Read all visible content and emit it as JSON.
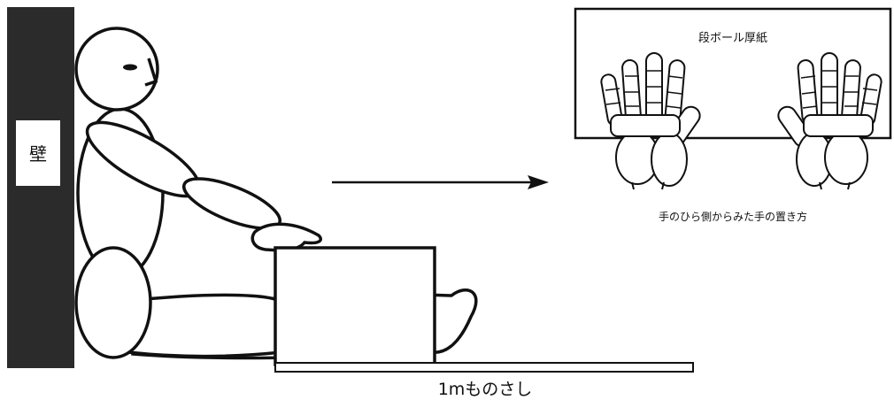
{
  "labels": {
    "wall": "壁",
    "cardboard": "段ボール厚紙",
    "hand_caption": "手のひら側からみた手の置き方",
    "ruler": "1mものさし"
  },
  "colors": {
    "ink": "#111111",
    "wall_fill": "#2b2b2b",
    "paper": "#ffffff"
  }
}
